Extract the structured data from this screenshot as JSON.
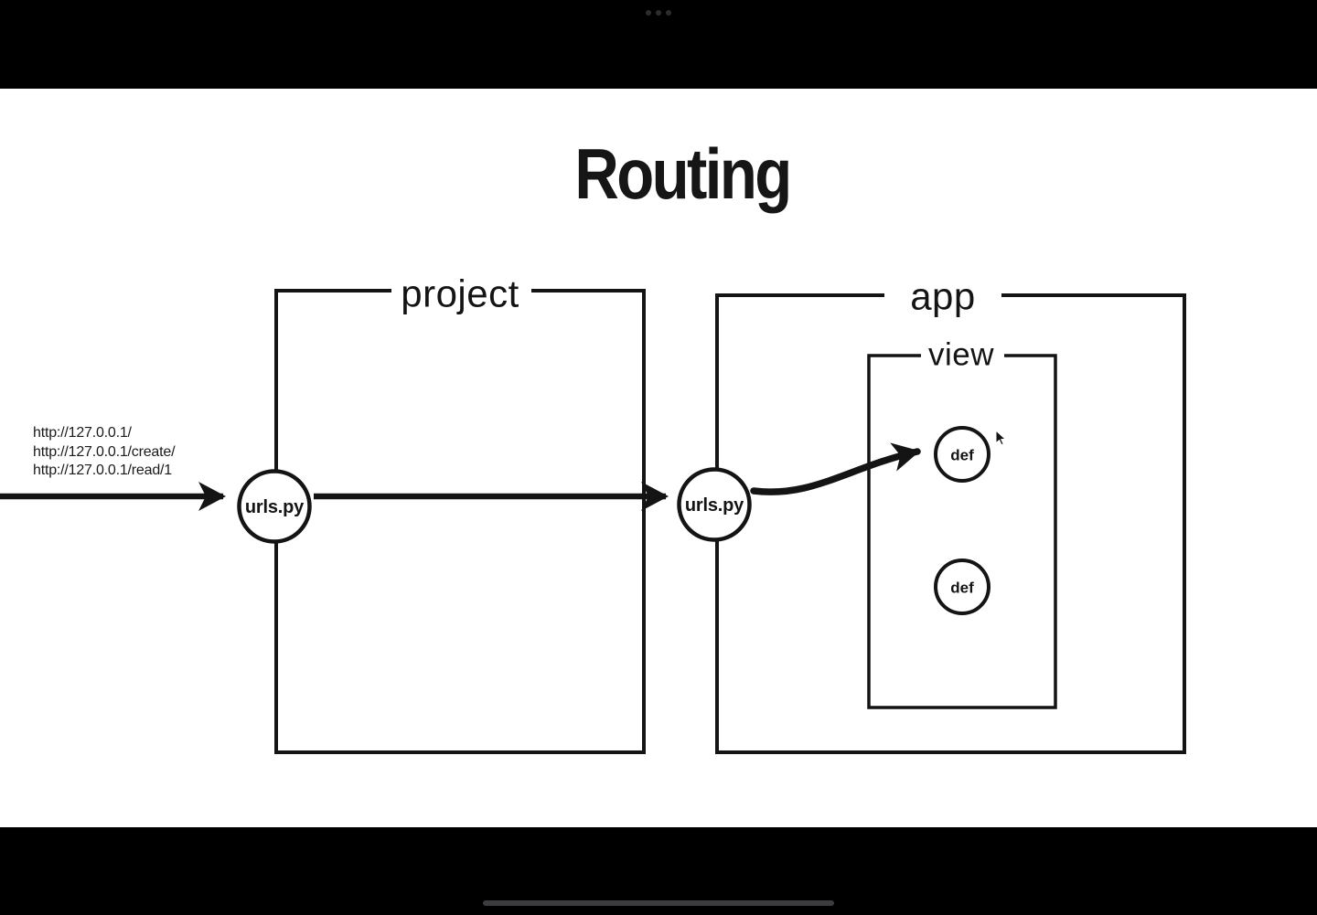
{
  "colors": {
    "screen_bg": "#000000",
    "slide_bg": "#ffffff",
    "ink": "#141414",
    "window_dots": "#2d2d2f",
    "home_indicator": "#3c3c3e"
  },
  "icons": {
    "window_menu": "ellipsis-icon",
    "pointer": "cursor-arrow-icon",
    "arrows": "right-arrow-icon"
  },
  "slide": {
    "title": "Routing",
    "request_urls": [
      "http://127.0.0.1/",
      "http://127.0.0.1/create/",
      "http://127.0.0.1/read/1"
    ],
    "boxes": {
      "project_label": "project",
      "app_label": "app",
      "view_label": "view"
    },
    "nodes": {
      "project_urls": "urls.py",
      "app_urls": "urls.py",
      "view_def_1": "def",
      "view_def_2": "def"
    }
  }
}
